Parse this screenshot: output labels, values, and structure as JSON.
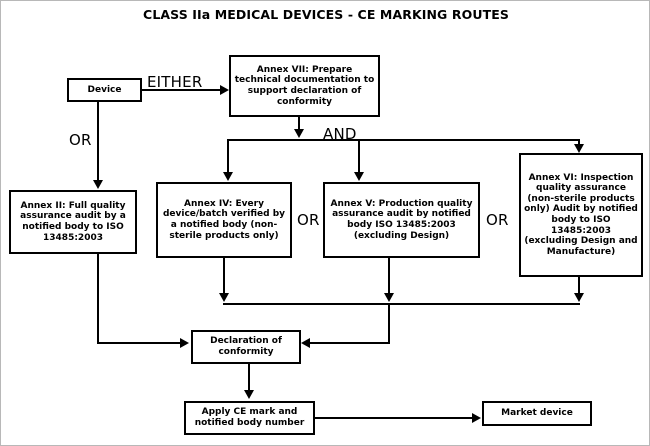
{
  "diagram": {
    "title": "CLASS IIa MEDICAL DEVICES - CE MARKING ROUTES",
    "colors": {
      "background": "#ffffff",
      "stroke": "#000000",
      "border": "#b8b8b8"
    },
    "nodes": {
      "device": "Device",
      "annex_vii": "Annex VII: Prepare technical documentation to support declaration of conformity",
      "annex_ii": "Annex II: Full quality assurance audit by a notified body to ISO 13485:2003",
      "annex_iv": "Annex IV: Every device/batch verified by a notified body (non-sterile products only)",
      "annex_v": "Annex V: Production quality assurance audit by notified body ISO 13485:2003 (excluding Design)",
      "annex_vi": "Annex VI: Inspection quality assurance (non-sterile products only) Audit by notified body to ISO 13485:2003 (excluding Design and Manufacture)",
      "declaration": "Declaration of conformity",
      "apply_ce": "Apply CE mark and notified body number",
      "market": "Market device"
    },
    "operators": {
      "either": "EITHER",
      "or_device": "OR",
      "and": "AND",
      "or_iv_v": "OR",
      "or_v_vi": "OR"
    }
  }
}
